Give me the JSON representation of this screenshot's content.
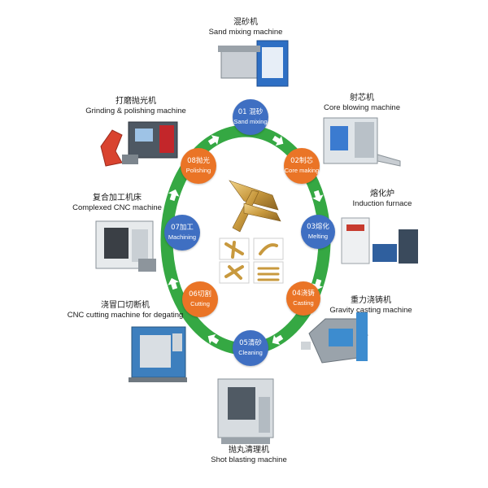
{
  "colors": {
    "ring": "#35a843",
    "blue_node": "#3f6fc2",
    "orange_node": "#ea7426"
  },
  "steps": [
    {
      "num": "01",
      "zh": "混砂",
      "en": "Sand mixing",
      "color": "blue"
    },
    {
      "num": "02",
      "zh": "制芯",
      "en": "Core making",
      "color": "orange"
    },
    {
      "num": "03",
      "zh": "熔化",
      "en": "Melting",
      "color": "blue"
    },
    {
      "num": "04",
      "zh": "浇铸",
      "en": "Casting",
      "color": "orange"
    },
    {
      "num": "05",
      "zh": "清砂",
      "en": "Cleaning",
      "color": "blue"
    },
    {
      "num": "06",
      "zh": "切割",
      "en": "Cutting",
      "color": "orange"
    },
    {
      "num": "07",
      "zh": "加工",
      "en": "Machining",
      "color": "blue"
    },
    {
      "num": "08",
      "zh": "抛光",
      "en": "Polishing",
      "color": "orange"
    }
  ],
  "machines": [
    {
      "zh": "混砂机",
      "en": "Sand mixing machine"
    },
    {
      "zh": "射芯机",
      "en": "Core blowing machine"
    },
    {
      "zh": "熔化炉",
      "en": "Induction furnace"
    },
    {
      "zh": "重力浇铸机",
      "en": "Gravity casting machine"
    },
    {
      "zh": "抛丸清理机",
      "en": "Shot blasting machine"
    },
    {
      "zh": "浇冒口切断机",
      "en": "CNC cutting machine for degating"
    },
    {
      "zh": "复合加工机床",
      "en": "Complexed CNC machine"
    },
    {
      "zh": "打磨抛光机",
      "en": "Grinding & polishing machine"
    }
  ],
  "icons": [
    "arrow-icon",
    "brass-part-icon"
  ]
}
